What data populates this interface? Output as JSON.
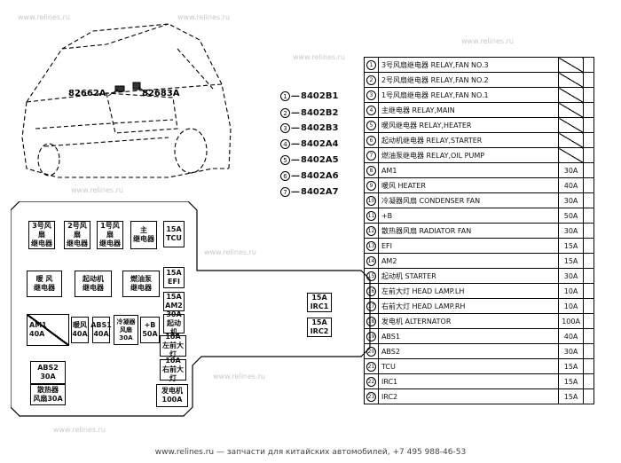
{
  "watermark": "www.relines.ru",
  "car_callouts": [
    "82662A",
    "82683A"
  ],
  "legend": [
    {
      "n": "1",
      "code": "8402B1"
    },
    {
      "n": "2",
      "code": "8402B2"
    },
    {
      "n": "3",
      "code": "8402B3"
    },
    {
      "n": "4",
      "code": "8402A4"
    },
    {
      "n": "5",
      "code": "8402A5"
    },
    {
      "n": "6",
      "code": "8402A6"
    },
    {
      "n": "7",
      "code": "8402A7"
    }
  ],
  "panel": {
    "relay_fan3": [
      "3号风扇",
      "继电器"
    ],
    "relay_fan2": [
      "2号风扇",
      "继电器"
    ],
    "relay_fan1": [
      "1号风扇",
      "继电器"
    ],
    "relay_main": [
      "主",
      "继电器"
    ],
    "relay_heater": [
      "暖 风",
      "继电器"
    ],
    "relay_starter": [
      "起动机",
      "继电器"
    ],
    "relay_fuel": [
      "燃油泵",
      "继电器"
    ],
    "tcu": [
      "15A",
      "TCU"
    ],
    "efi": [
      "15A",
      "EFI"
    ],
    "am2": [
      "15A",
      "AM2"
    ],
    "irc1": [
      "15A",
      "IRC1"
    ],
    "irc2": [
      "15A",
      "IRC2"
    ],
    "am1": [
      "AM1",
      "40A"
    ],
    "heater": [
      "暖风",
      "40A"
    ],
    "abs1": [
      "ABS1",
      "40A"
    ],
    "condenser": [
      "冷凝器",
      "风扇",
      "30A"
    ],
    "plusb": [
      "+B",
      "50A"
    ],
    "starter_fuse": [
      "30A",
      "起动机"
    ],
    "head_lh": [
      "10A",
      "左前大灯"
    ],
    "head_rh": [
      "10A",
      "右前大灯"
    ],
    "abs2": [
      "ABS2",
      "30A"
    ],
    "radiator": [
      "散热器",
      "风扇30A"
    ],
    "alternator": [
      "发电机",
      "100A"
    ]
  },
  "table": [
    {
      "n": "1",
      "name": "3号风扇继电器 RELAY,FAN NO.3",
      "amp": ""
    },
    {
      "n": "2",
      "name": "2号风扇继电器 RELAY,FAN NO.2",
      "amp": ""
    },
    {
      "n": "3",
      "name": "1号风扇继电器 RELAY,FAN NO.1",
      "amp": ""
    },
    {
      "n": "4",
      "name": "主继电器 RELAY,MAIN",
      "amp": ""
    },
    {
      "n": "5",
      "name": "暖风继电器 RELAY,HEATER",
      "amp": ""
    },
    {
      "n": "6",
      "name": "起动机继电器 RELAY,STARTER",
      "amp": ""
    },
    {
      "n": "7",
      "name": "燃油泵继电器 RELAY,OIL PUMP",
      "amp": ""
    },
    {
      "n": "8",
      "name": "AM1",
      "amp": "30A"
    },
    {
      "n": "9",
      "name": "暖风 HEATER",
      "amp": "40A"
    },
    {
      "n": "10",
      "name": "冷凝器风扇 CONDENSER FAN",
      "amp": "30A"
    },
    {
      "n": "11",
      "name": "+B",
      "amp": "50A"
    },
    {
      "n": "12",
      "name": "散热器风扇 RADIATOR FAN",
      "amp": "30A"
    },
    {
      "n": "13",
      "name": "EFI",
      "amp": "15A"
    },
    {
      "n": "14",
      "name": "AM2",
      "amp": "15A"
    },
    {
      "n": "15",
      "name": "起动机 STARTER",
      "amp": "30A"
    },
    {
      "n": "16",
      "name": "左前大灯 HEAD LAMP.LH",
      "amp": "10A"
    },
    {
      "n": "17",
      "name": "右前大灯 HEAD LAMP.RH",
      "amp": "10A"
    },
    {
      "n": "18",
      "name": "发电机 ALTERNATOR",
      "amp": "100A"
    },
    {
      "n": "19",
      "name": "ABS1",
      "amp": "40A"
    },
    {
      "n": "20",
      "name": "ABS2",
      "amp": "30A"
    },
    {
      "n": "21",
      "name": "TCU",
      "amp": "15A"
    },
    {
      "n": "22",
      "name": "IRC1",
      "amp": "15A"
    },
    {
      "n": "23",
      "name": "IRC2",
      "amp": "15A"
    }
  ],
  "footer": "www.relines.ru — запчасти для китайских автомобилей, +7 495 988-46-53"
}
